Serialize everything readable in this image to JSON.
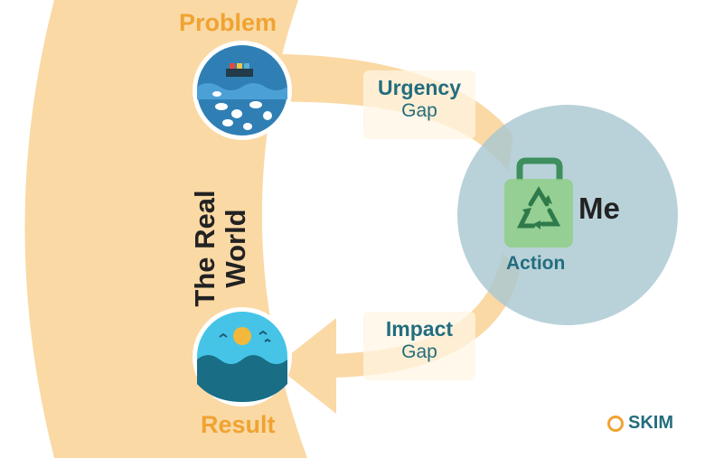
{
  "labels": {
    "problem": "Problem",
    "result": "Result",
    "world_line1": "The Real",
    "world_line2": "World",
    "urgency_title": "Urgency",
    "urgency_sub": "Gap",
    "impact_title": "Impact",
    "impact_sub": "Gap",
    "me": "Me",
    "action": "Action",
    "brand": "SKIM"
  },
  "icons": {
    "problem": "ocean-pollution-icon",
    "action": "recycle-bag-icon",
    "result": "clean-ocean-sunrise-icon",
    "brand": "skim-logo-icon"
  },
  "colors": {
    "world_band": "#fad9a5",
    "arrow": "#fad9a5",
    "label_orange": "#f0a332",
    "teal_text": "#236d7f",
    "me_circle": "#a9c8d1",
    "ocean_dark": "#2f7fb5",
    "recycle_green": "#3e8f5e"
  }
}
